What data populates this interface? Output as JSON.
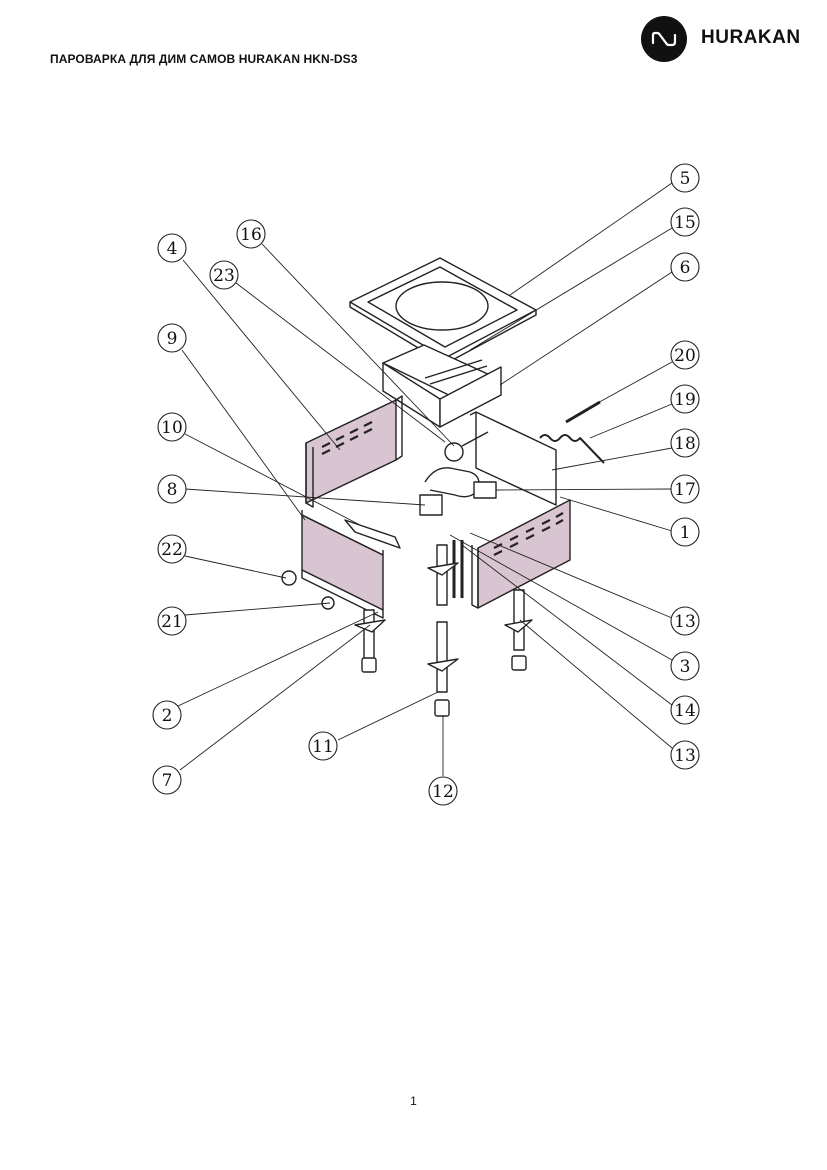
{
  "header": {
    "title": "ПАРОВАРКА ДЛЯ ДИМ САМОВ HURAKAN HKN-DS3",
    "brand": "HURAKAN",
    "logo_icon": "hurakan-wave-logo-icon"
  },
  "diagram": {
    "labels": [
      "5",
      "15",
      "6",
      "16",
      "4",
      "23",
      "9",
      "20",
      "19",
      "18",
      "10",
      "17",
      "8",
      "1",
      "22",
      "21",
      "13",
      "3",
      "2",
      "14",
      "11",
      "13",
      "7",
      "12"
    ]
  },
  "colors": {
    "panel": "#d9c4d1",
    "line": "#222222"
  },
  "footer": {
    "page_number": "1"
  }
}
